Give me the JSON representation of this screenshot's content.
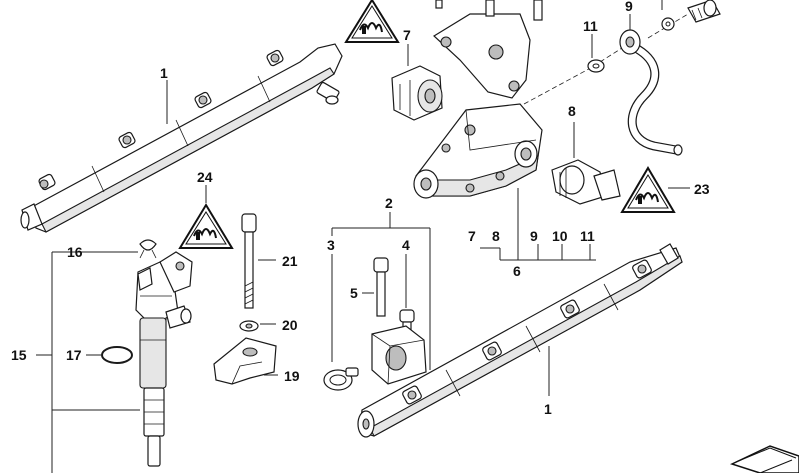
{
  "callouts": {
    "c1_top": "1",
    "c1_bottom": "1",
    "c2": "2",
    "c3": "3",
    "c4": "4",
    "c5": "5",
    "c6": "6",
    "c7_top": "7",
    "c7_row": "7",
    "c8_top": "8",
    "c8_row": "8",
    "c9_top": "9",
    "c9_row": "9",
    "c10_row": "10",
    "c11_top": "11",
    "c11_row": "11",
    "c15": "15",
    "c16": "16",
    "c17": "17",
    "c19": "19",
    "c20": "20",
    "c21": "21",
    "c23": "23",
    "c24": "24"
  },
  "colors": {
    "line": "#222222",
    "fill": "#ffffff",
    "shade": "#e6e6e6"
  },
  "icons": [
    "warning-triangle-icon",
    "book-icon"
  ]
}
